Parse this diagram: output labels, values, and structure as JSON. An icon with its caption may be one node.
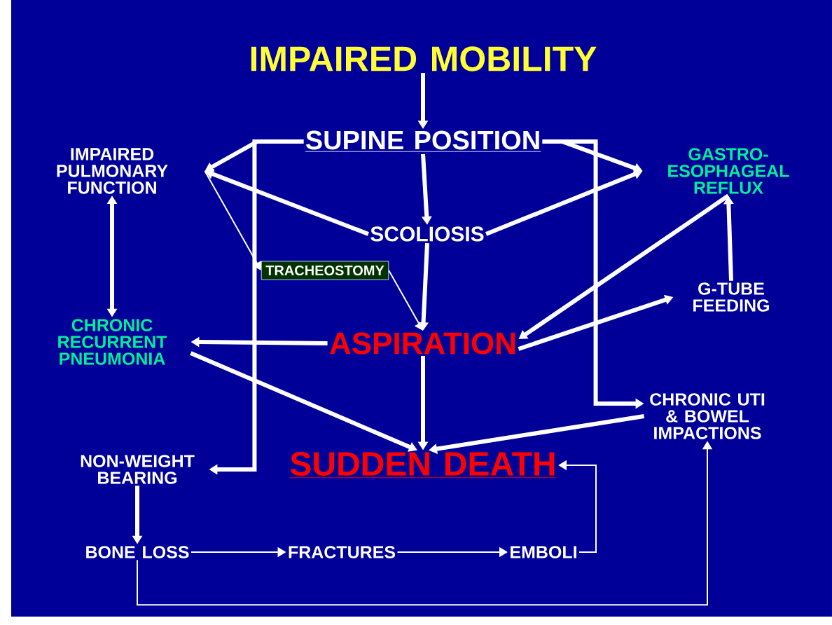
{
  "diagram": {
    "nodes": [
      {
        "text": [
          "IMPAIRED MOBILITY"
        ]
      },
      {
        "text": [
          "SUPINE POSITION"
        ]
      },
      {
        "text": [
          "IMPAIRED PULMONARY FUNCTION"
        ]
      },
      {
        "text": [
          "GASTRO- ESOPHAGEAL REFLUX"
        ]
      },
      {
        "text": [
          "SCOLIOSIS"
        ]
      },
      {
        "text": [
          "TRACHEOSTOMY"
        ]
      },
      {
        "text": [
          "G-TUBE FEEDING"
        ]
      },
      {
        "text": [
          "CHRONIC RECURRENT PNEUMONIA"
        ]
      },
      {
        "text": [
          "ASPIRATION"
        ]
      },
      {
        "text": [
          "CHRONIC UTI & BOWEL IMPACTIONS"
        ]
      },
      {
        "text": [
          "NON-WEIGHT BEARING"
        ]
      },
      {
        "text": [
          "SUDDEN DEATH"
        ]
      },
      {
        "text": [
          "BONE LOSS"
        ]
      },
      {
        "text": [
          "FRACTURES"
        ]
      },
      {
        "text": [
          "EMBOLI"
        ]
      }
    ],
    "edges": [
      {
        "from": 0,
        "to": 1,
        "arrow": "to"
      },
      {
        "from": 1,
        "to": 2,
        "arrow": "to"
      },
      {
        "from": 1,
        "to": 10,
        "arrow": "to"
      },
      {
        "from": 1,
        "to": 4,
        "arrow": "to"
      },
      {
        "from": 1,
        "to": 3,
        "arrow": "to"
      },
      {
        "from": 1,
        "to": 9,
        "arrow": "to"
      },
      {
        "from": 4,
        "to": 2,
        "arrow": "to"
      },
      {
        "from": 4,
        "to": 3,
        "arrow": "to"
      },
      {
        "from": 4,
        "to": 8,
        "arrow": "to"
      },
      {
        "from": 2,
        "to": 7,
        "arrow": "both"
      },
      {
        "from": 2,
        "to": 5,
        "arrow": "to"
      },
      {
        "from": 5,
        "to": 8,
        "arrow": "to"
      },
      {
        "from": 8,
        "to": 7,
        "arrow": "to"
      },
      {
        "from": 3,
        "to": 8,
        "arrow": "to"
      },
      {
        "from": 8,
        "to": 6,
        "arrow": "to"
      },
      {
        "from": 6,
        "to": 3,
        "arrow": "to"
      },
      {
        "from": 7,
        "to": 11,
        "arrow": "to"
      },
      {
        "from": 8,
        "to": 11,
        "arrow": "to"
      },
      {
        "from": 9,
        "to": 11,
        "arrow": "to"
      },
      {
        "from": 10,
        "to": 12,
        "arrow": "to"
      },
      {
        "from": 12,
        "to": 13,
        "arrow": "to"
      },
      {
        "from": 13,
        "to": 14,
        "arrow": "to"
      },
      {
        "from": 14,
        "to": 11,
        "arrow": "to"
      },
      {
        "from": 12,
        "to": 9,
        "arrow": "to"
      }
    ]
  }
}
